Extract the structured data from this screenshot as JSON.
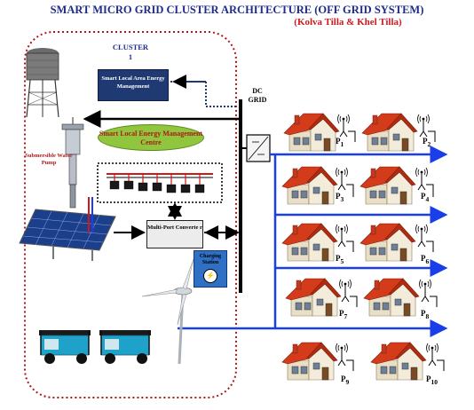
{
  "header": {
    "title": "SMART MICRO GRID CLUSTER ARCHITECTURE (OFF GRID SYSTEM)",
    "subtitle": "(Kolva Tilla & Khel Tilla)"
  },
  "cluster": {
    "label": "CLUSTER",
    "number": "1"
  },
  "dc_grid": {
    "line1": "DC",
    "line2": "GRID"
  },
  "blocks": {
    "slaem": "Smart Local Area Energy Management",
    "slemc": "Smart Local Energy Management Centre",
    "converter": "Multi-Port Converte r",
    "charging": "Charging Station",
    "pump": "Submersible Water Pump"
  },
  "houses": [
    {
      "p": "P",
      "sub": "1"
    },
    {
      "p": "P",
      "sub": "2"
    },
    {
      "p": "P",
      "sub": "3"
    },
    {
      "p": "P",
      "sub": "4"
    },
    {
      "p": "P",
      "sub": "5"
    },
    {
      "p": "P",
      "sub": "6"
    },
    {
      "p": "P",
      "sub": "7"
    },
    {
      "p": "P",
      "sub": "8"
    },
    {
      "p": "P",
      "sub": "9"
    },
    {
      "p": "P",
      "sub": "10"
    }
  ],
  "colors": {
    "title": "#1f2b8c",
    "subtitle": "#d0181f",
    "cluster_border": "#b01818",
    "bus_line": "#1a3ee8",
    "roof": "#d33b1b",
    "wall": "#f1ead9"
  }
}
